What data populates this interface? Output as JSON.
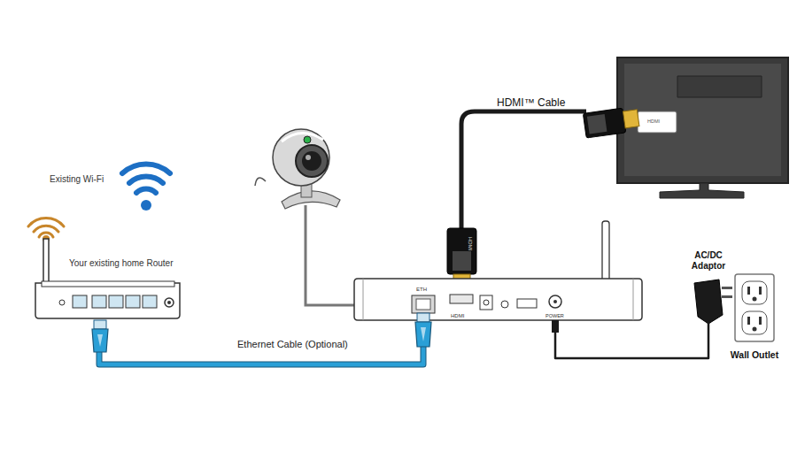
{
  "diagram": {
    "nodes": [
      {
        "text": [
          "Your existing home Router"
        ]
      },
      {
        "text": [
          "ETH",
          "HDMI",
          "POWER"
        ]
      },
      {
        "text": [
          "AC/DC Adaptor"
        ]
      },
      {
        "text": [
          "Wall Outlet"
        ]
      }
    ],
    "edges": [
      {
        "from": 0,
        "to": 1,
        "label": "Ethernet Cable (Optional)",
        "arrow": "none"
      },
      {
        "from": 2,
        "to": 1,
        "arrow": "none"
      }
    ],
    "labels": [
      "Existing Wi-Fi",
      "HDMI™ Cable",
      "HDMI",
      "HDMI"
    ]
  }
}
